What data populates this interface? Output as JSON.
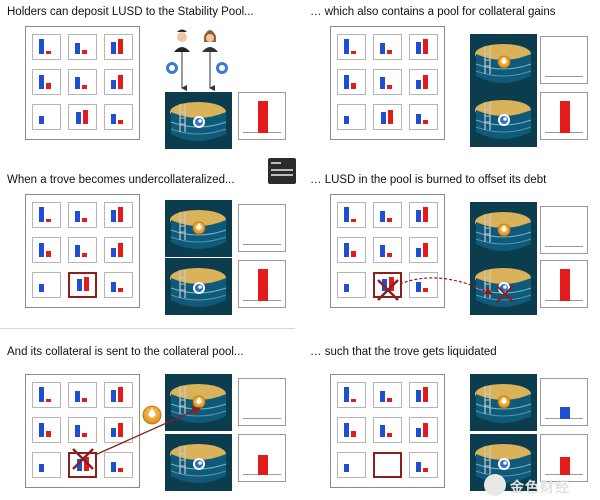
{
  "captions": {
    "p1": "Holders can deposit LUSD to the Stability Pool...",
    "p2": "… which also contains a pool for collateral gains",
    "p3": "When a trove becomes undercollateralized...",
    "p4": "… LUSD in the pool is burned to offset its debt",
    "p5": "And its collateral is sent to the collateral pool...",
    "p6": "… such that the trove gets liquidated"
  },
  "colors": {
    "debt_bar": "#e31b1b",
    "collateral_bar": "#1f4fd1",
    "highlight_border": "#8b1e1e",
    "pool_water": "#0f5a78",
    "pool_background": "#0b3d4f",
    "pool_coins": "#d9b25a",
    "arrow": "#8b1e1e"
  },
  "icons": [
    "person-icon",
    "person-icon",
    "chat-bubble-icon",
    "ether-coin-icon",
    "lusd-coin-icon",
    "burn-cross-icon",
    "swimming-pool-icon"
  ],
  "watermark": "金色财经"
}
